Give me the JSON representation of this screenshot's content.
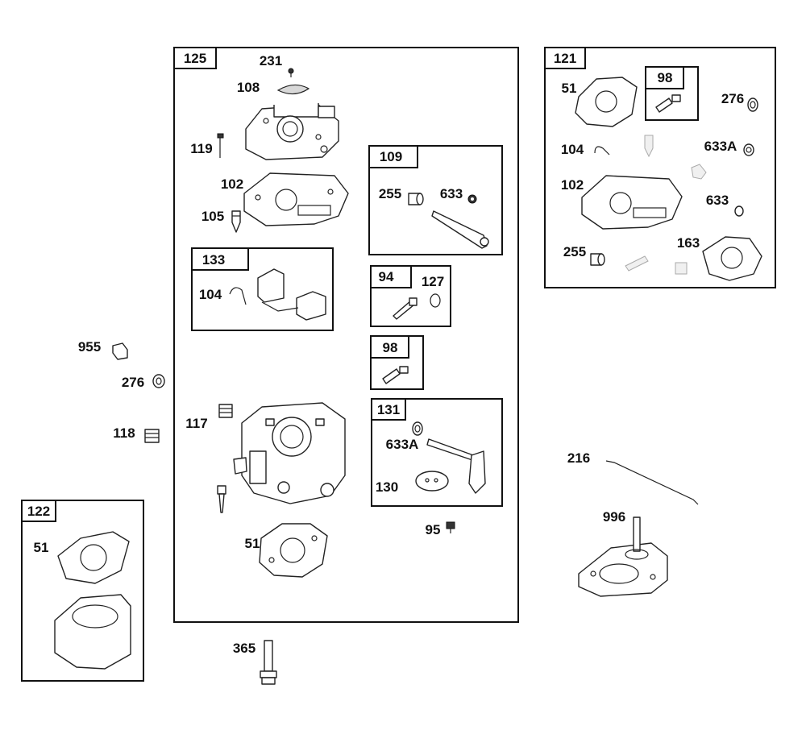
{
  "groups": {
    "g125": "125",
    "g121": "121",
    "g109": "109",
    "g133": "133",
    "g94": "94",
    "g98a": "98",
    "g98b": "98",
    "g131": "131",
    "g122": "122"
  },
  "labels": {
    "l231": "231",
    "l108": "108",
    "l119": "119",
    "l102a": "102",
    "l105": "105",
    "l104a": "104",
    "l255a": "255",
    "l633a": "633",
    "l127": "127",
    "l955": "955",
    "l276a": "276",
    "l118": "118",
    "l117": "117",
    "l633Aa": "633A",
    "l130": "130",
    "l51a": "51",
    "l95": "95",
    "l51b": "51",
    "l365": "365",
    "l51c": "51",
    "l276b": "276",
    "l104b": "104",
    "l633Ab": "633A",
    "l102b": "102",
    "l633b": "633",
    "l255b": "255",
    "l163": "163",
    "l216": "216",
    "l996": "996"
  }
}
